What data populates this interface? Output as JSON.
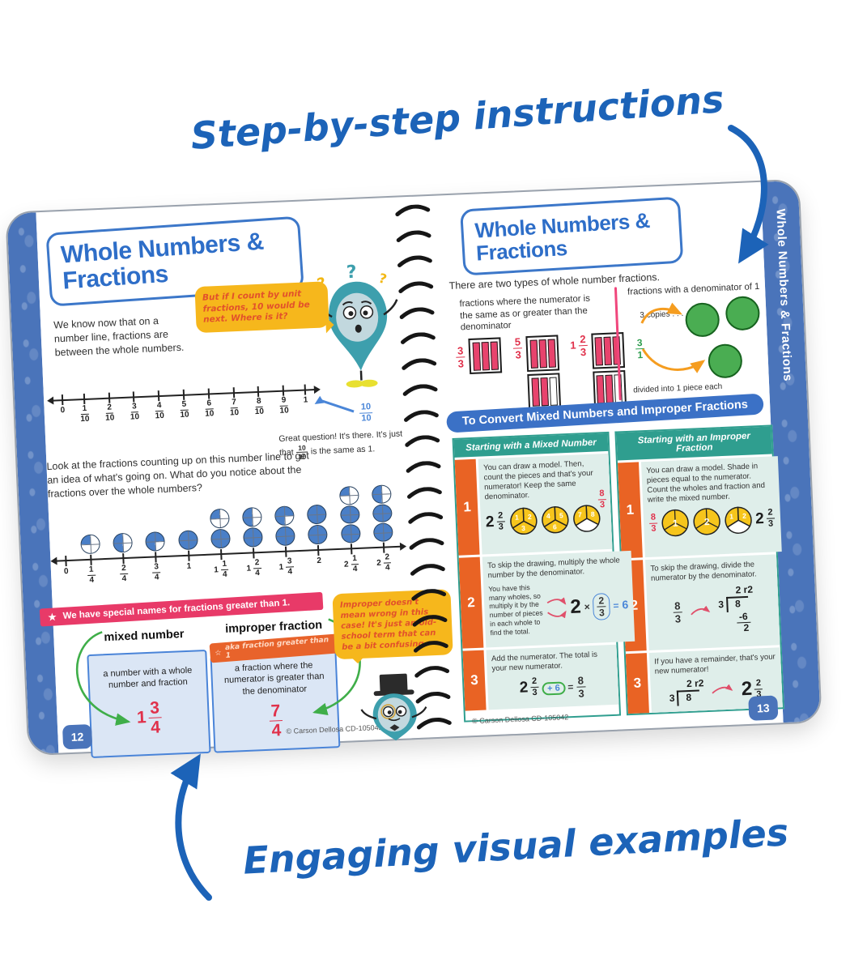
{
  "annotations": {
    "top": "Step-by-step instructions",
    "bottom": "Engaging visual examples"
  },
  "icons": {
    "star": "★",
    "star_outline": "☆",
    "question": "?"
  },
  "left_page": {
    "title": "Whole Numbers & Fractions",
    "intro": "We know now that on a number line, fractions are between the whole numbers.",
    "speech_bubble": "But if I count by unit fractions, 10 would be next. Where is it?",
    "numline_tenths": {
      "labels": [
        "0",
        "1/10",
        "2/10",
        "3/10",
        "4/10",
        "5/10",
        "6/10",
        "7/10",
        "8/10",
        "9/10",
        "1"
      ],
      "callout": "10/10"
    },
    "great_question": {
      "before": "Great question! It's there. It's just that",
      "fraction": "10/10",
      "after": "is the same as 1."
    },
    "look_text": "Look at the fractions counting up on this number line to get an idea of what's going on. What do you notice about the fractions over the whole numbers?",
    "numline_fourths": {
      "labels": [
        "0",
        "1/4",
        "2/4",
        "3/4",
        "1",
        "1 1/4",
        "1 2/4",
        "1 3/4",
        "2",
        "2 1/4",
        "2 2/4"
      ],
      "circle_stacks": [
        [],
        [
          25
        ],
        [
          50
        ],
        [
          75
        ],
        [
          100
        ],
        [
          100,
          25
        ],
        [
          100,
          50
        ],
        [
          100,
          75
        ],
        [
          100,
          100
        ],
        [
          100,
          100,
          25
        ],
        [
          100,
          100,
          50
        ]
      ]
    },
    "banner": "We have special names for fractions greater than 1.",
    "mixed": {
      "heading": "mixed number",
      "definition": "a number with a whole number and fraction",
      "example": "1 3/4"
    },
    "improper": {
      "heading": "improper fraction",
      "tag": "aka fraction greater than 1",
      "definition": "a fraction where the numerator is greater than the denominator",
      "example": "7/4"
    },
    "sticky_note": "Improper doesn't mean wrong in this case! It's just an old-school term that can be a bit confusing.",
    "copyright": "© Carson Dellosa CD-105042",
    "page_number": "12"
  },
  "right_page": {
    "title": "Whole Numbers & Fractions",
    "intro": "There are two types of whole number fractions.",
    "type_a": {
      "text": "fractions where the numerator is the same as or greater than the denominator",
      "examples": [
        "3/3",
        "5/3",
        "1 2/3"
      ]
    },
    "type_b": {
      "text": "fractions with a denominator of 1",
      "copies": "3 copies . . .",
      "fraction": "3/1",
      "divided": "divided into 1 piece each"
    },
    "convert_banner": "To Convert Mixed Numbers and Improper Fractions",
    "col_mixed": {
      "header": "Starting with a Mixed Number",
      "step1": {
        "num": "1",
        "text": "You can draw a model. Then, count the pieces and that's your numerator! Keep the same denominator.",
        "start": "2 2/3",
        "pieces": [
          "1",
          "2",
          "3",
          "4",
          "5",
          "6",
          "7",
          "8"
        ],
        "result": "8/3"
      },
      "step2": {
        "num": "2",
        "text": "To skip the drawing, multiply the whole number by the denominator.",
        "note": "You have this many wholes, so multiply it by the number of pieces in each whole to find the total.",
        "whole": "2",
        "times": "×",
        "fraction": "2/3",
        "equals": "=",
        "product": "6"
      },
      "step3": {
        "num": "3",
        "text": "Add the numerator. The total is your new numerator.",
        "start": "2 2/3",
        "plus": "+ 6",
        "equals": "=",
        "result": "8/3"
      }
    },
    "col_improper": {
      "header": "Starting with an Improper Fraction",
      "step1": {
        "num": "1",
        "text": "You can draw a model. Shade in pieces equal to the numerator. Count the wholes and fraction and write the mixed number.",
        "start": "8/3",
        "labels": [
          "1",
          "2",
          "1",
          "2"
        ],
        "result": "2 2/3"
      },
      "step2": {
        "num": "2",
        "text": "To skip the drawing, divide the numerator by the denominator.",
        "start": "8/3",
        "quotient": "2 r2",
        "divisor": "3",
        "dividend": "8",
        "subtract": "-6",
        "remainder": "2"
      },
      "step3": {
        "num": "3",
        "text": "If you have a remainder, that's your new numerator!",
        "quotient": "2 r2",
        "divisor": "3",
        "dividend": "8",
        "result": "2 2/3"
      }
    },
    "copyright": "© Carson Dellosa CD-105042",
    "page_number": "13",
    "side_tab": "Whole Numbers & Fractions"
  }
}
